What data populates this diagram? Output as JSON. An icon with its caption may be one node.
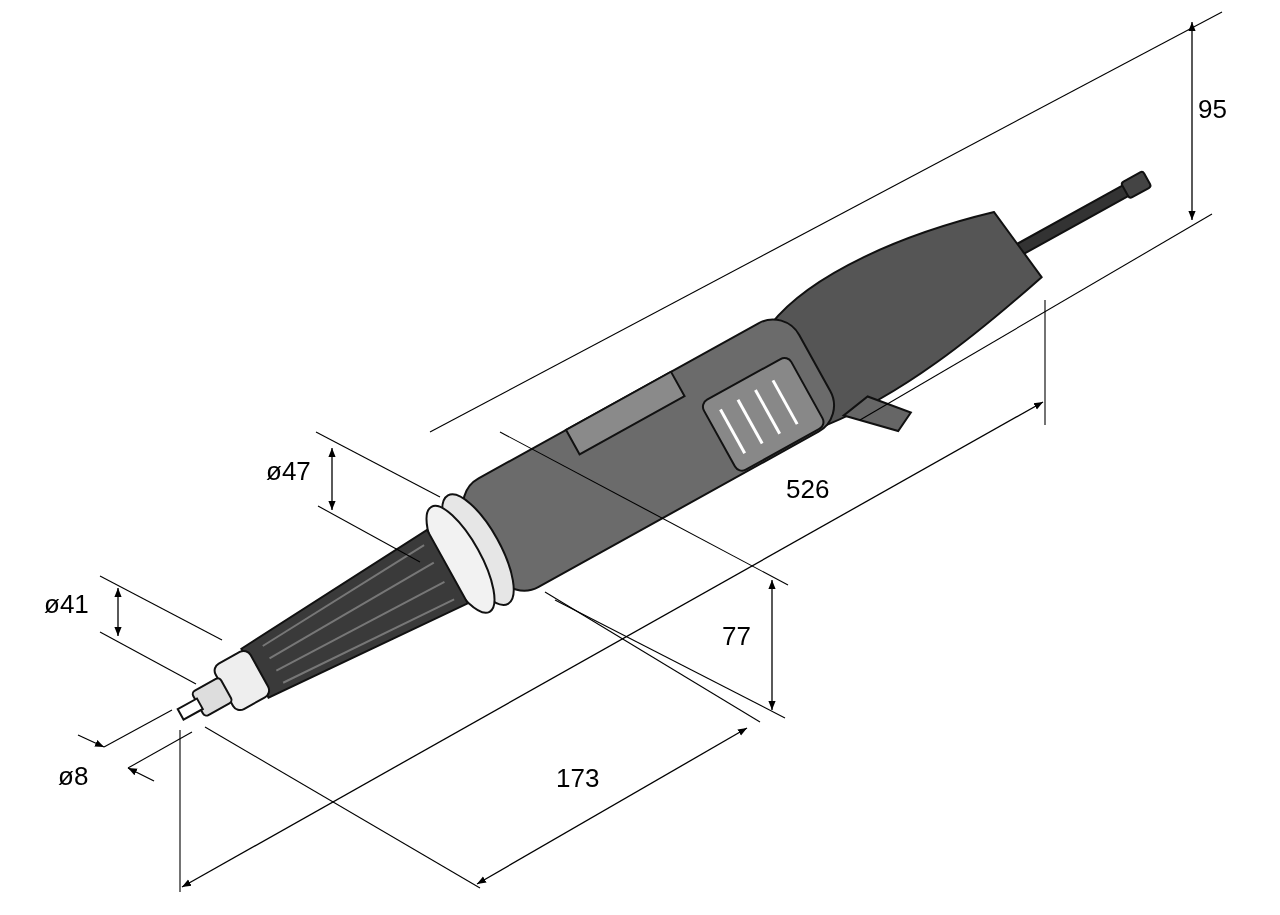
{
  "diagram": {
    "labels": [
      "95",
      "ø47",
      "526",
      "ø41",
      "77",
      "173",
      "ø8"
    ]
  }
}
